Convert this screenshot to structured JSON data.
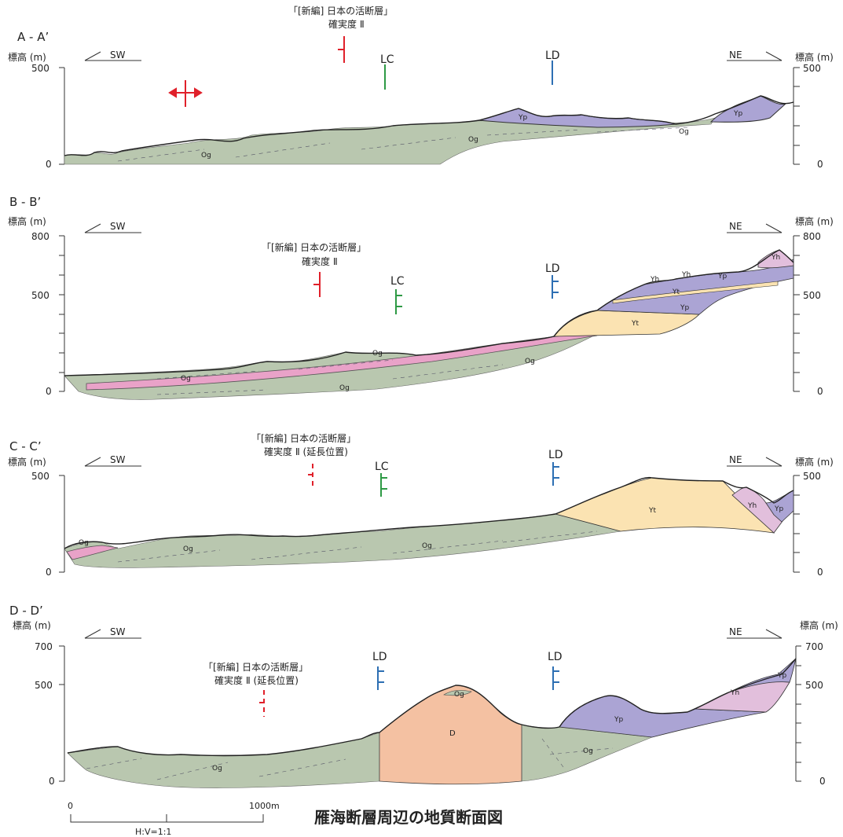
{
  "title": "雁海断層周辺の地質断面図",
  "elev_label": "標高 (m)",
  "dir_sw": "SW",
  "dir_ne": "NE",
  "fault_label_line1": "「[新編] 日本の活断層」",
  "fault_label_line2": "確実度 Ⅱ",
  "fault_label_line2_ext": "確実度 Ⅱ (延長位置)",
  "lc": "LC",
  "ld": "LD",
  "units": {
    "og": "Og",
    "yp": "Yp",
    "yt": "Yt",
    "yh": "Yh",
    "d": "D"
  },
  "colors": {
    "og": "#b9c7af",
    "yp": "#aba4d4",
    "yt": "#fbe3b2",
    "yh": "#e2bfdc",
    "d": "#f4c1a2",
    "pink": "#e9a2c8",
    "red": "#e0202a",
    "green": "#2e9a45",
    "blue": "#2d6fb3"
  },
  "sections": [
    {
      "label": "A - A’",
      "ymax": "500",
      "ymin": "0"
    },
    {
      "label": "B - B’",
      "ymax": "800",
      "ymid": "500",
      "ymin": "0"
    },
    {
      "label": "C - C’",
      "ymax": "500",
      "ymin": "0"
    },
    {
      "label": "D - D’",
      "ymax": "700",
      "ymid": "500",
      "ymin": "0"
    }
  ],
  "scale": {
    "left": "0",
    "right": "1000m",
    "ratio": "H:V=1:1"
  }
}
